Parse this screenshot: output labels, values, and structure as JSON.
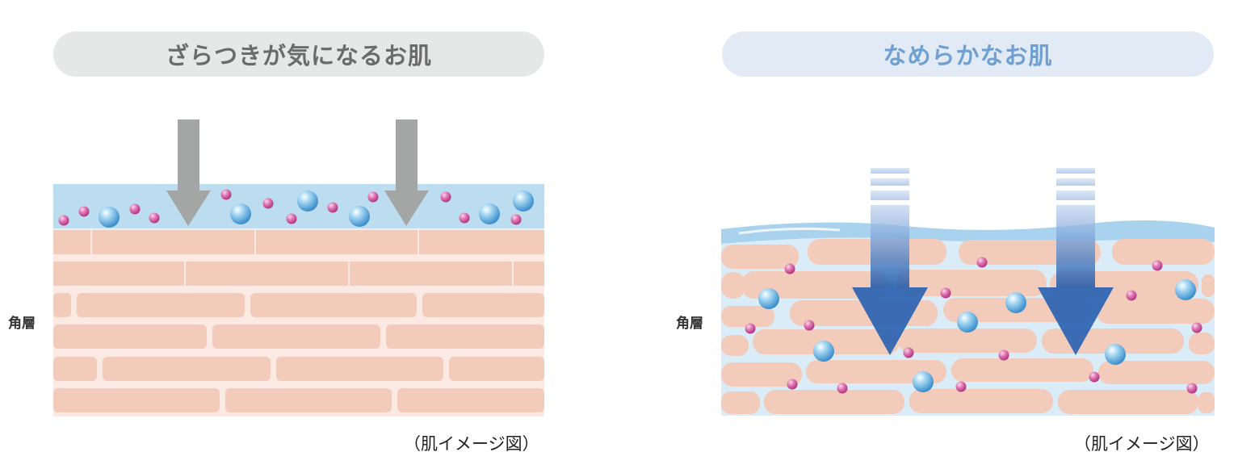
{
  "left_panel": {
    "title": "ざらつきが気になるお肌",
    "layer_label": "角層",
    "caption": "（肌イメージ図）"
  },
  "right_panel": {
    "title": "なめらかなお肌",
    "layer_label": "角層",
    "caption": "（肌イメージ図）"
  },
  "colors": {
    "cell": "#f2cbbb",
    "cell_gap": "#fbe9e4",
    "surface_film": "#bcdcf0",
    "gap_moisture": "#d9ecf7",
    "gray_arrow": "#a4a6a6",
    "blue_arrow": "#2c63b0",
    "water_drop": "#5eb3e4",
    "pink_dot": "#d4549a"
  },
  "icons": [
    "gray-down-arrow",
    "blue-gradient-down-arrow",
    "water-droplet",
    "pink-molecule"
  ]
}
